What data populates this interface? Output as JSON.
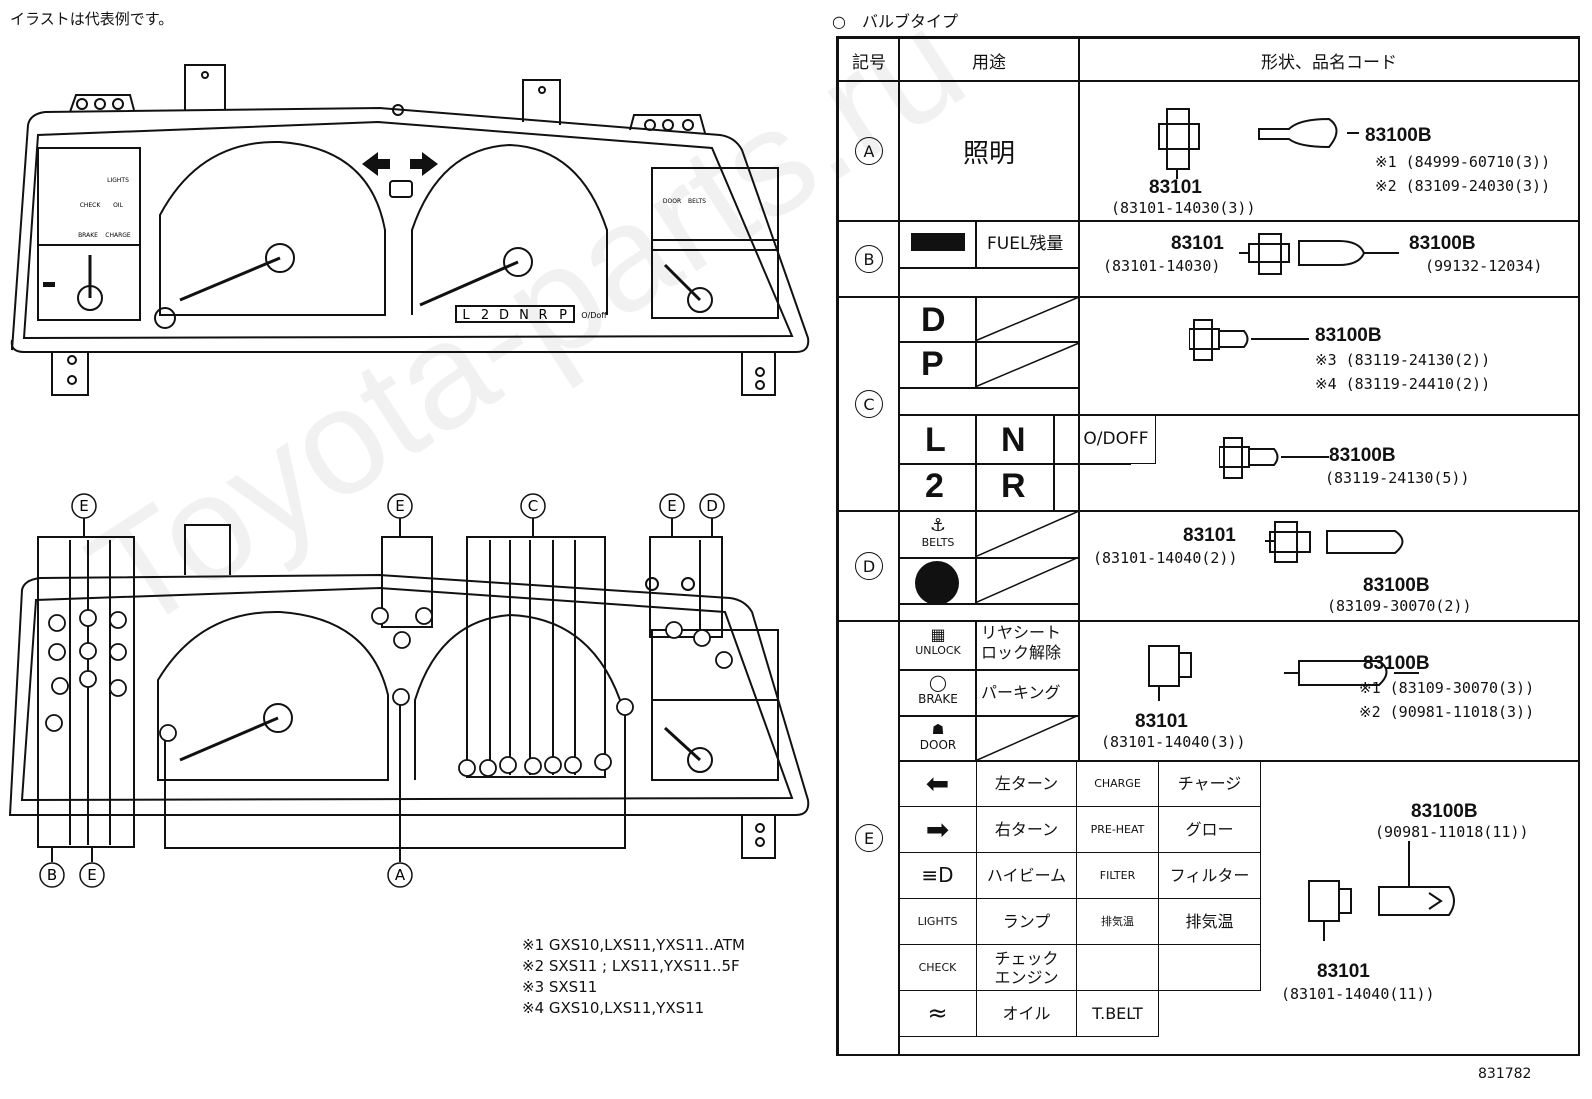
{
  "note_top": "イラストは代表例です。",
  "section_title": "○　バルブタイプ",
  "headers": {
    "symbol": "記号",
    "usage": "用途",
    "shape": "形状、品名コード"
  },
  "watermark": "Toyota-parts.ru",
  "rows": {
    "A": {
      "label": "A",
      "usage": "照明",
      "socket": "83101",
      "socket_code": "(83101-14030(3))",
      "bulb": "83100B",
      "n1": "※1 (84999-60710(3))",
      "n2": "※2 (83109-24030(3))"
    },
    "B": {
      "label": "B",
      "usage": "FUEL残量",
      "socket": "83101",
      "socket_code": "(83101-14030)",
      "bulb": "83100B",
      "bulb_code": "(99132-12034)"
    },
    "C": {
      "label": "C",
      "sym1": "D",
      "sym2": "P",
      "sym3": "L",
      "sym4": "N",
      "sym5": "2",
      "sym6": "R",
      "odoff": "O/DOFF",
      "bulb": "83100B",
      "n3": "※3 (83119-24130(2))",
      "n4": "※4 (83119-24410(2))",
      "bulb2": "83100B",
      "code2": "(83119-24130(5))"
    },
    "D": {
      "label": "D",
      "icon1": "BELTS",
      "socket": "83101",
      "socket_code": "(83101-14040(2))",
      "bulb": "83100B",
      "bulb_code": "(83109-30070(2))"
    },
    "E1": {
      "label": "E",
      "icon1": "UNLOCK",
      "usage1a": "リヤシート",
      "usage1b": "ロック解除",
      "icon2": "BRAKE",
      "usage2": "パーキング",
      "icon3": "DOOR",
      "socket": "83101",
      "socket_code": "(83101-14040(3))",
      "bulb": "83100B",
      "n1": "※1 (83109-30070(3))",
      "n2": "※2 (90981-11018(3))"
    },
    "E2": {
      "left": [
        "左ターン",
        "右ターン",
        "ハイビーム",
        "ランプ",
        "チェック\nエンジン",
        "オイル"
      ],
      "left_icons": [
        "",
        "",
        "",
        "LIGHTS",
        "CHECK",
        ""
      ],
      "right_icons": [
        "CHARGE",
        "PRE-HEAT",
        "FILTER",
        "排気温",
        "",
        "T.BELT"
      ],
      "right": [
        "チャージ",
        "グロー",
        "フィルター",
        "排気温",
        "",
        ""
      ],
      "bulb": "83100B",
      "bulb_code": "(90981-11018(11))",
      "socket": "83101",
      "socket_code": "(83101-14040(11))"
    }
  },
  "footnotes": [
    "※1 GXS10,LXS11,YXS11..ATM",
    "※2 SXS11 ; LXS11,YXS11..5F",
    "※3 SXS11",
    "※4 GXS10,LXS11,YXS11"
  ],
  "diagram_labels": {
    "shift": [
      "L",
      "2",
      "D",
      "N",
      "R",
      "P"
    ],
    "odoff_small": "O/Doff",
    "callouts_top": [
      "E",
      "E",
      "C",
      "E",
      "D"
    ],
    "callouts_bottom": [
      "B",
      "E",
      "A"
    ]
  },
  "panel_texts": {
    "check": "CHECK",
    "oil": "OIL",
    "lights": "LIGHTS",
    "brake": "BRAKE",
    "charge": "CHARGE",
    "door": "DOOR",
    "belts": "BELTS"
  },
  "page_number": "831782"
}
